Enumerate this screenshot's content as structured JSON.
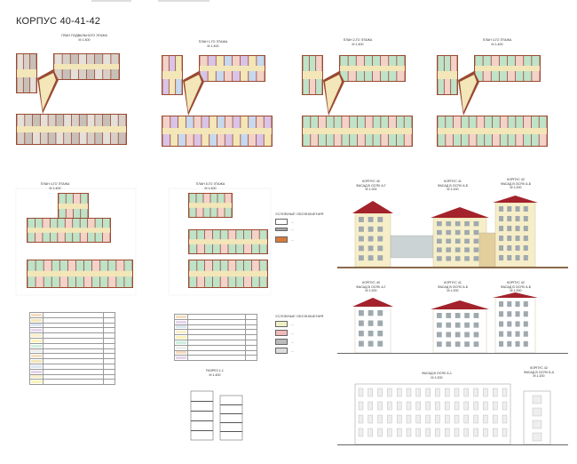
{
  "sheet": {
    "title": "КОРПУС 40-41-42",
    "colors": {
      "wall": "#9a4a32",
      "corridor": "#f3e6b8",
      "apartment": "#bfe3c9",
      "office": "#d9c3e6",
      "service": "#f3d2c9",
      "blue": "#c7d8ef",
      "facade": "#f6eec8",
      "roof": "#a3222b"
    }
  },
  "plans": [
    {
      "title": "ПЛАН ПОДВАЛЬНОГО ЭТАЖА",
      "scale": "М 1:400"
    },
    {
      "title": "ПЛАН 1-ГО ЭТАЖА",
      "scale": "М 1:400"
    },
    {
      "title": "ПЛАН 2-ГО ЭТАЖА",
      "scale": "М 1:400"
    },
    {
      "title": "ПЛАН 3-ГО ЭТАЖА",
      "scale": "М 1:400"
    },
    {
      "title": "ПЛАН 4-ГО ЭТАЖА",
      "scale": "М 1:400"
    },
    {
      "title": "ПЛАН 5-ГО ЭТАЖА",
      "scale": "М 1:400"
    }
  ],
  "elevations": [
    {
      "title": "КОРПУС 40",
      "subtitle": "ФАСАД В ОСЯХ А-Г",
      "scale": "М 1:200"
    },
    {
      "title": "КОРПУС 41",
      "subtitle": "ФАСАД В ОСЯХ А-Б",
      "scale": "М 1:200"
    },
    {
      "title": "КОРПУС 42",
      "subtitle": "ФАСАД В ОСЯХ А-Б",
      "scale": "М 1:200"
    },
    {
      "title": "КОРПУС 40",
      "subtitle": "ФАСАД В ОСЯХ А-Г",
      "scale": "М 1:200"
    },
    {
      "title": "КОРПУС 41",
      "subtitle": "ФАСАД В ОСЯХ А-Б",
      "scale": "М 1:200"
    },
    {
      "title": "КОРПУС 42",
      "subtitle": "ФАСАД В ОСЯХ А-Б",
      "scale": "М 1:200"
    },
    {
      "title": "",
      "subtitle": "ФАСАД В ОСЯХ А-1",
      "scale": "М 1:200"
    },
    {
      "title": "КОРПУС 42",
      "subtitle": "ФАСАД В ОСЯХ Б-А",
      "scale": "М 1:200"
    }
  ],
  "section": {
    "title": "РАЗРЕЗ 1-1",
    "scale": "М 1:400"
  },
  "legends": [
    {
      "title": "УСЛОВНЫЕ ОБОЗНАЧЕНИЯ"
    },
    {
      "title": "УСЛОВНЫЕ ОБОЗНАЧЕНИЯ"
    }
  ]
}
